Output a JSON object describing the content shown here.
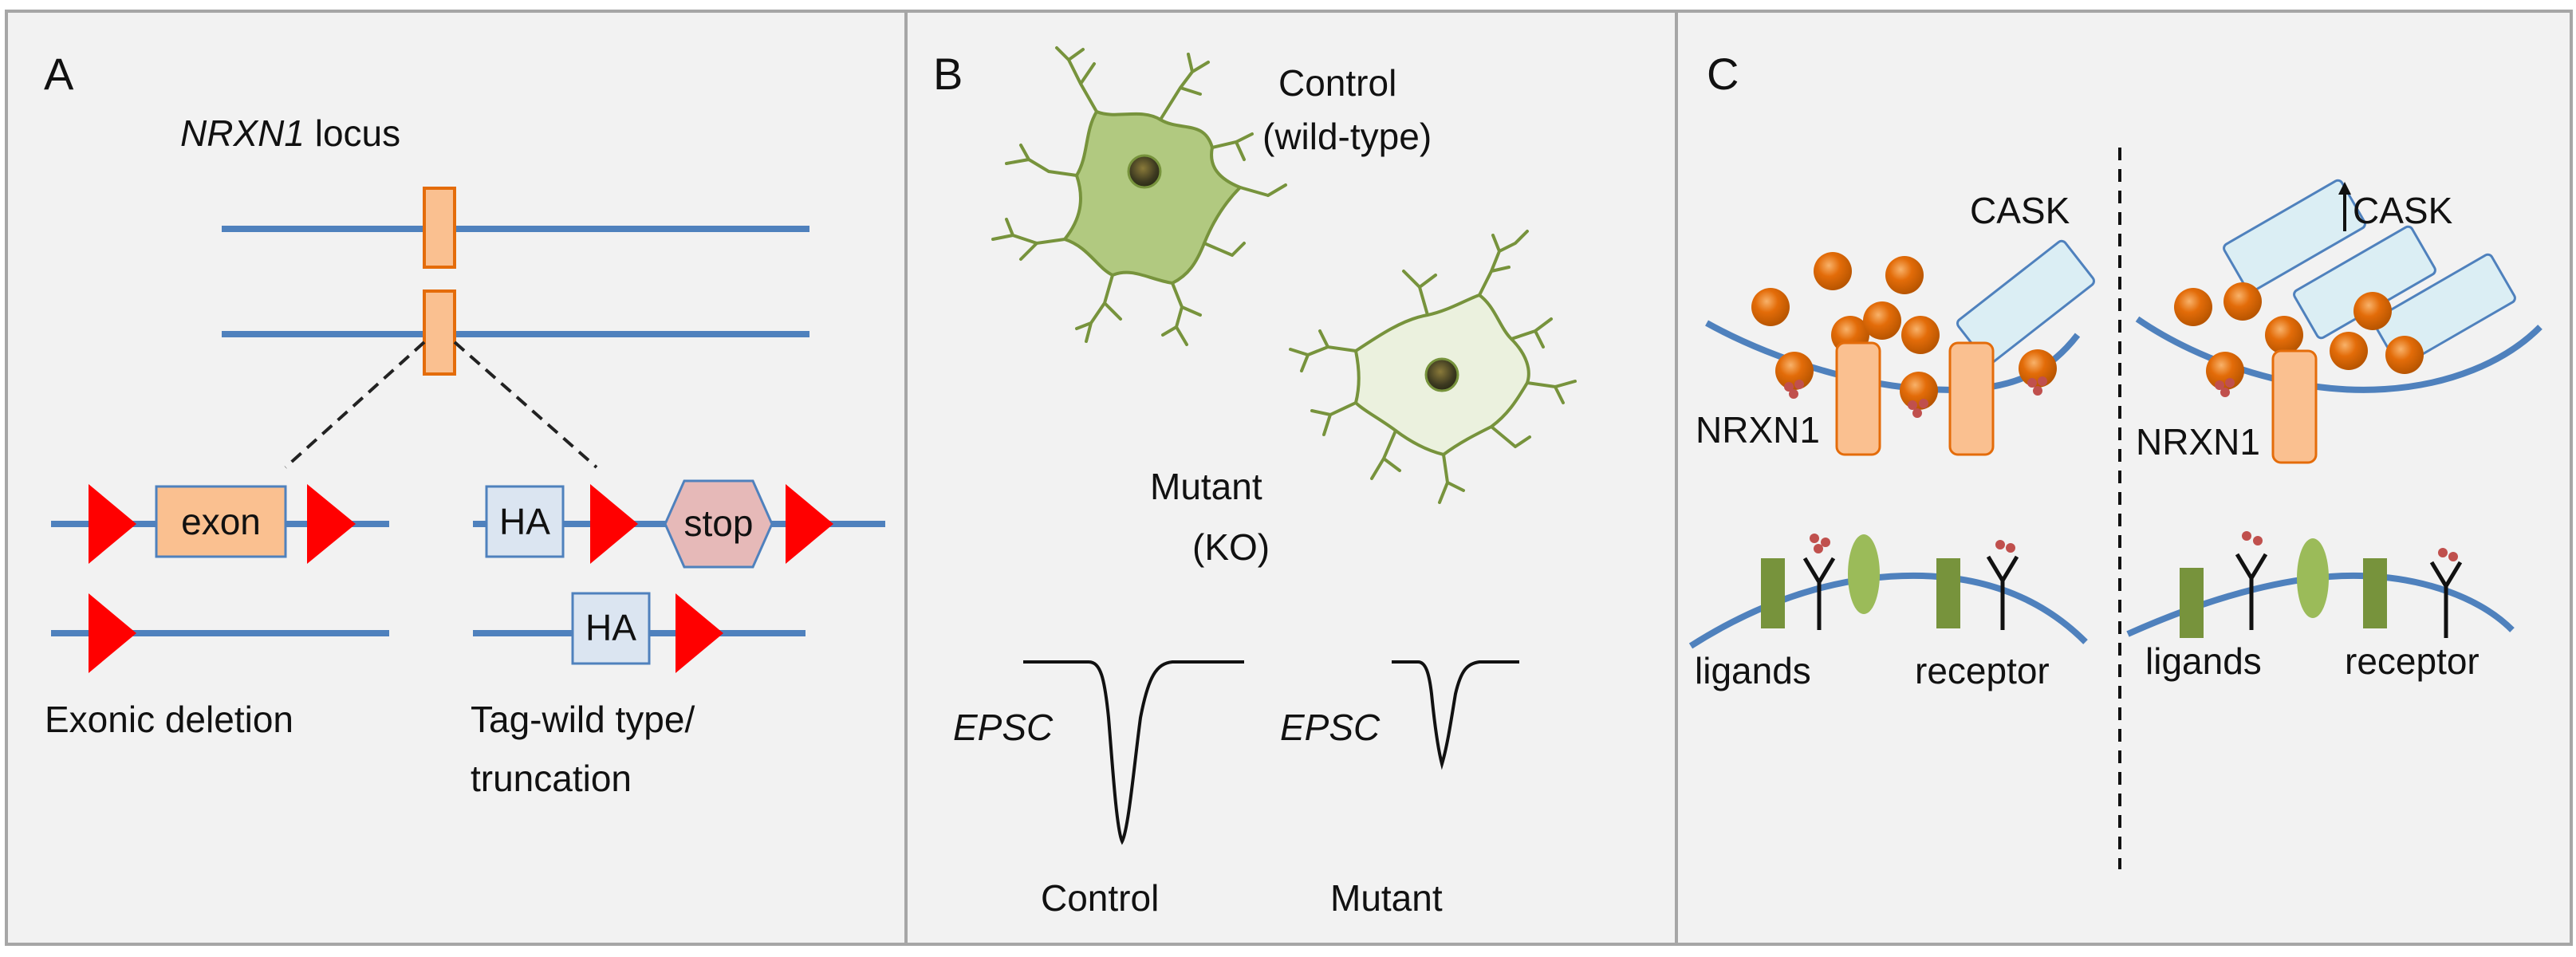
{
  "panels": {
    "a": {
      "letter": "A",
      "locus_gene": "NRXN1",
      "locus_suffix": " locus",
      "exon_box": "exon",
      "ha_box": "HA",
      "stop_box": "stop",
      "exonic_deletion": "Exonic deletion",
      "tag_line1": "Tag-wild type/",
      "tag_line2": "truncation"
    },
    "b": {
      "letter": "B",
      "control_line1": "Control",
      "control_line2": "(wild-type)",
      "mutant_line1": "Mutant",
      "mutant_line2": "(KO)",
      "epsc": "EPSC",
      "trace_control": "Control",
      "trace_mutant": "Mutant"
    },
    "c": {
      "letter": "C",
      "cask_left": "CASK",
      "cask_right": "CASK",
      "nrxn1": "NRXN1",
      "ligands": "ligands",
      "receptor": "receptor"
    }
  },
  "colors": {
    "panel_bg": "#f2f2f2",
    "panel_border": "#a6a6a6",
    "dna_line": "#4f81bd",
    "exon_fill": "#fac090",
    "exon_stroke": "#e46c0a",
    "loxp": "#ff0000",
    "ha_fill": "#dbe5f1",
    "stop_fill": "#e6b9b8",
    "neuron_control": "#9bbb59",
    "neuron_mutant": "#d7e4bd",
    "vesicle": "#e36c09",
    "cask_fill": "#dbeef4",
    "ligand_green": "#77933c",
    "receptor_green": "#9bbb59",
    "nt_dot": "#c0504d"
  }
}
